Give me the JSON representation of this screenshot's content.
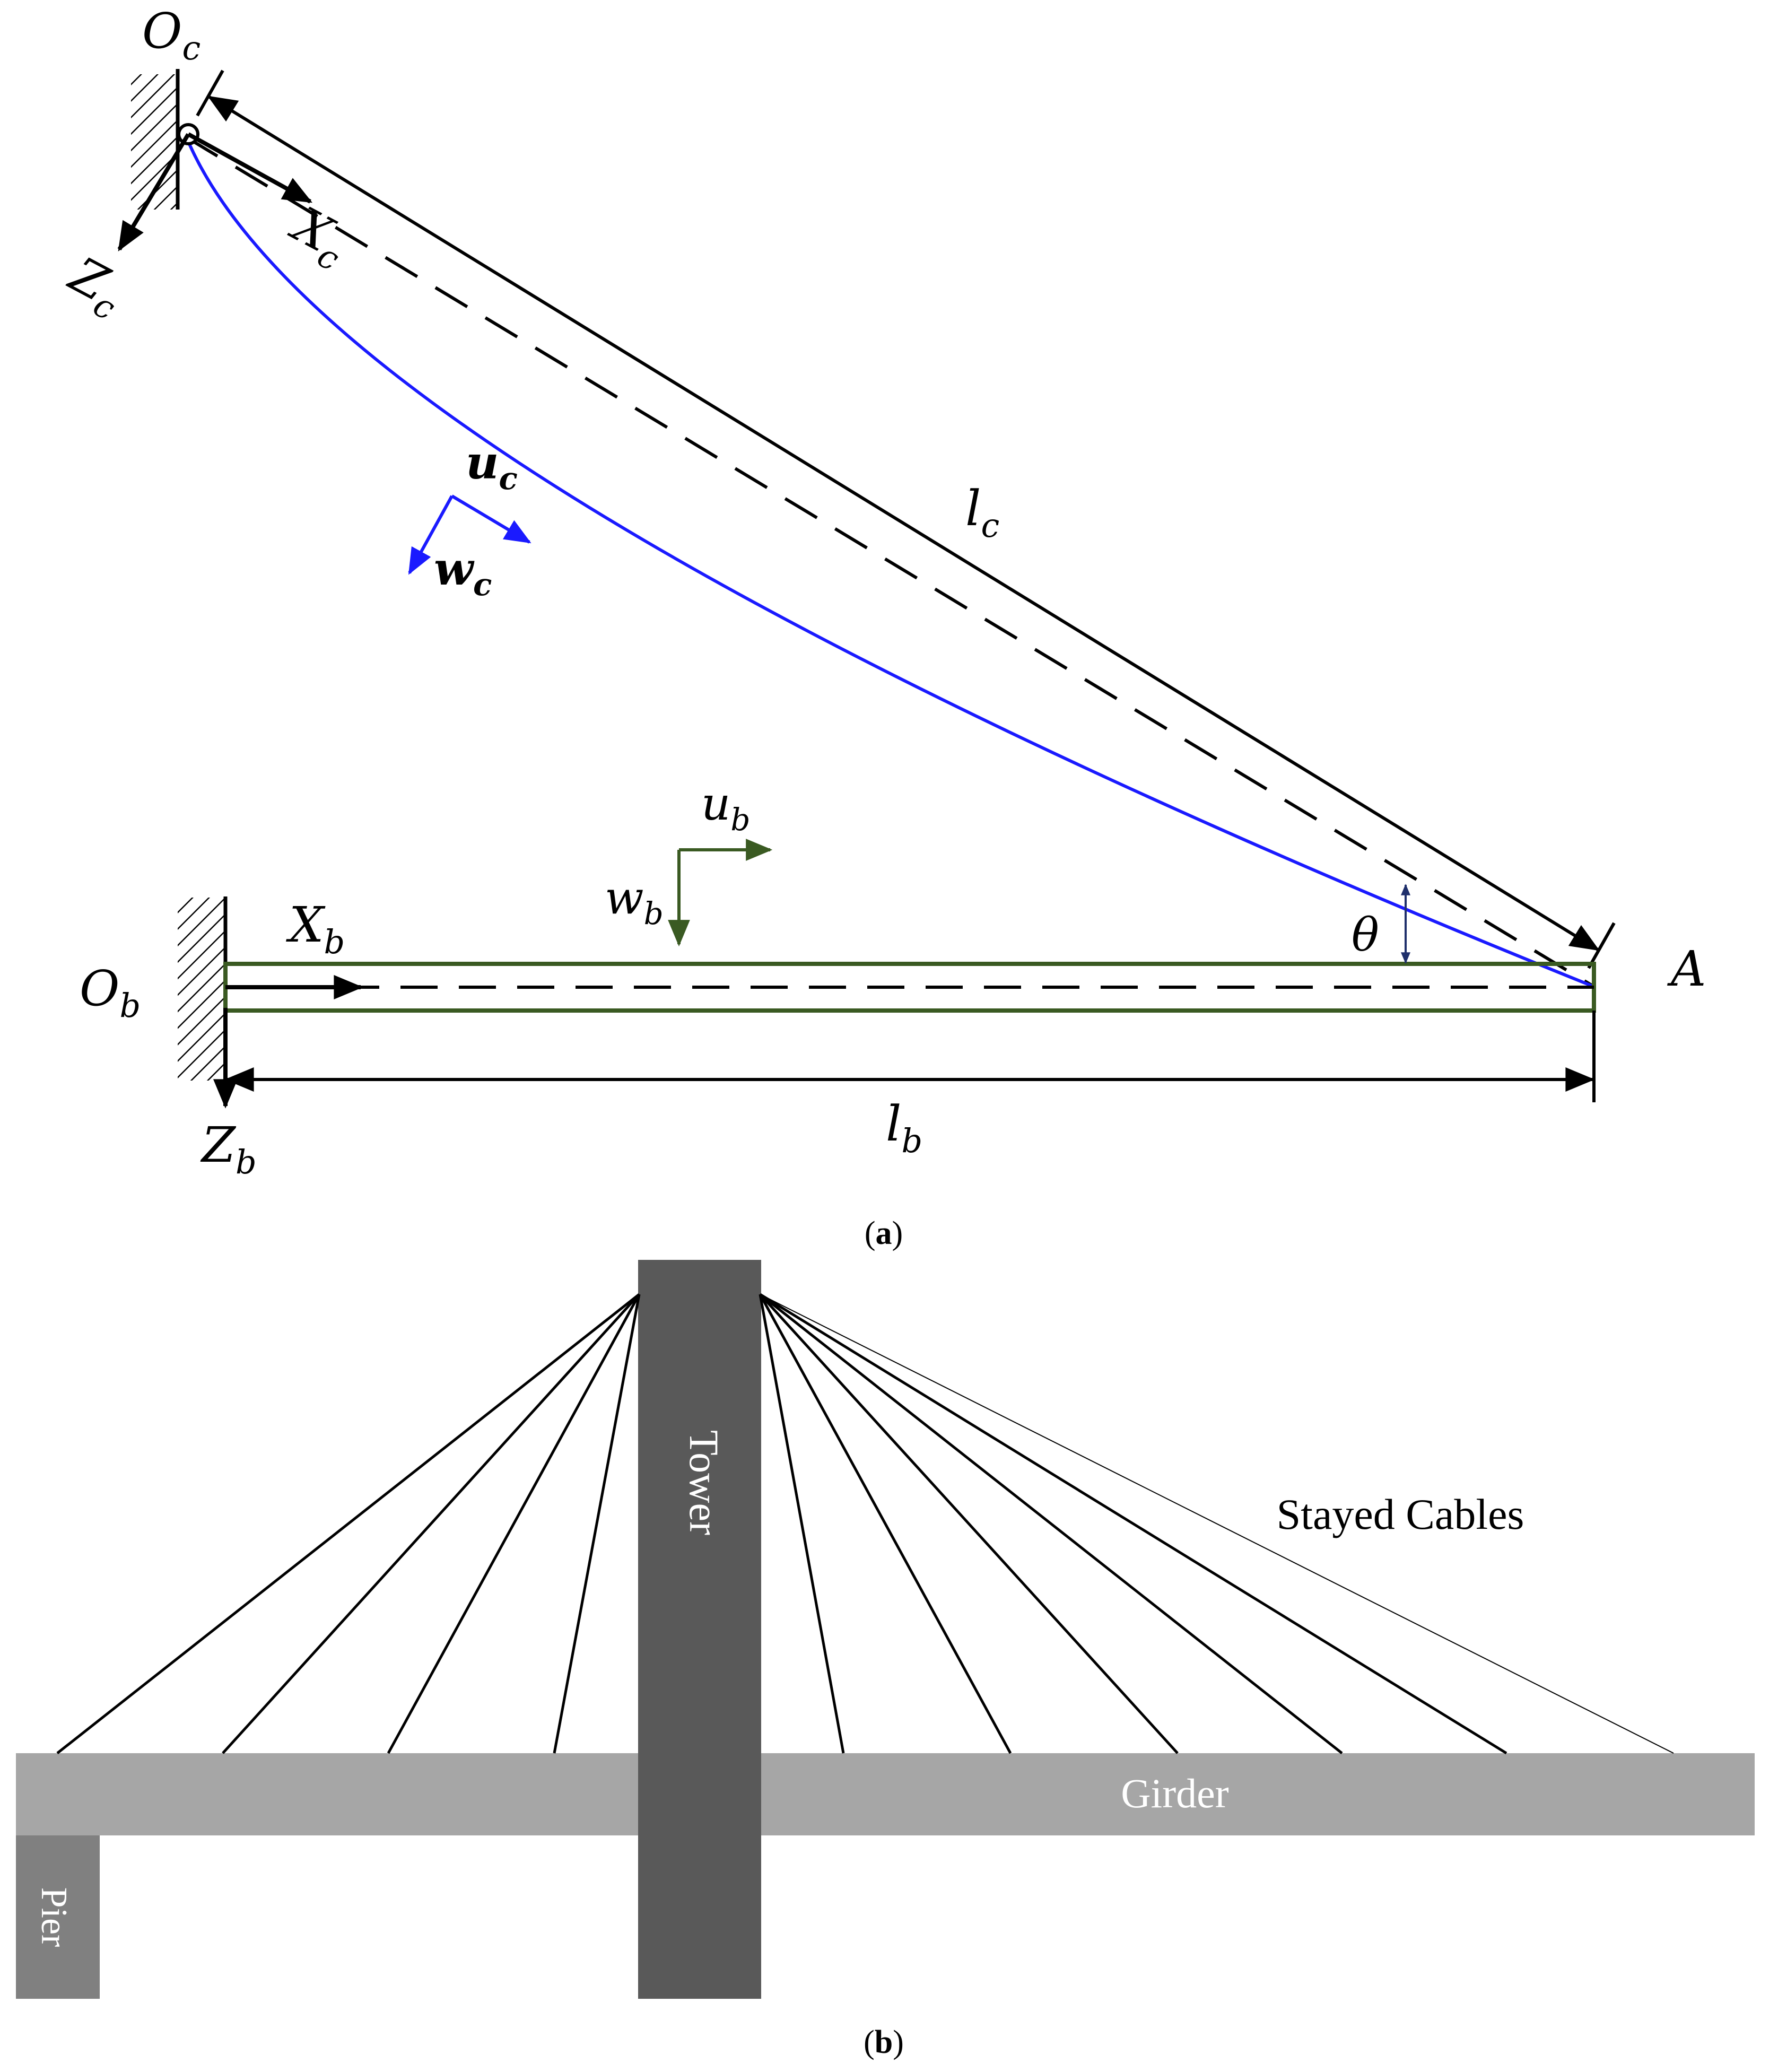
{
  "panel_a": {
    "caption_open": "(",
    "caption_letter": "a",
    "caption_close": ")",
    "labels": {
      "oc_main": "O",
      "oc_sub": "c",
      "xc_main": "X",
      "xc_sub": "c",
      "zc_main": "Z",
      "zc_sub": "c",
      "uc_main": "u",
      "uc_sub": "c",
      "wc_main": "w",
      "wc_sub": "c",
      "lc_main": "l",
      "lc_sub": "c",
      "ub_main": "u",
      "ub_sub": "b",
      "wb_main": "w",
      "wb_sub": "b",
      "xb_main": "X",
      "xb_sub": "b",
      "ob_main": "O",
      "ob_sub": "b",
      "zb_main": "Z",
      "zb_sub": "b",
      "lb_main": "l",
      "lb_sub": "b",
      "theta": "θ",
      "a_point": "A"
    },
    "colors": {
      "cable_curve": "#1a1aff",
      "beam": "#3a5a22",
      "theta_arrow": "#1f2f6b",
      "ink": "#000000"
    }
  },
  "panel_b": {
    "caption_open": "(",
    "caption_letter": "b",
    "caption_close": ")",
    "tower_label": "Tower",
    "girder_label": "Girder",
    "pier_label": "Pier",
    "cables_label": "Stayed Cables",
    "colors": {
      "tower": "#595959",
      "girder": "#a6a6a6",
      "pier": "#808080",
      "label_on_fill": "#ffffff",
      "cable": "#000000"
    }
  }
}
